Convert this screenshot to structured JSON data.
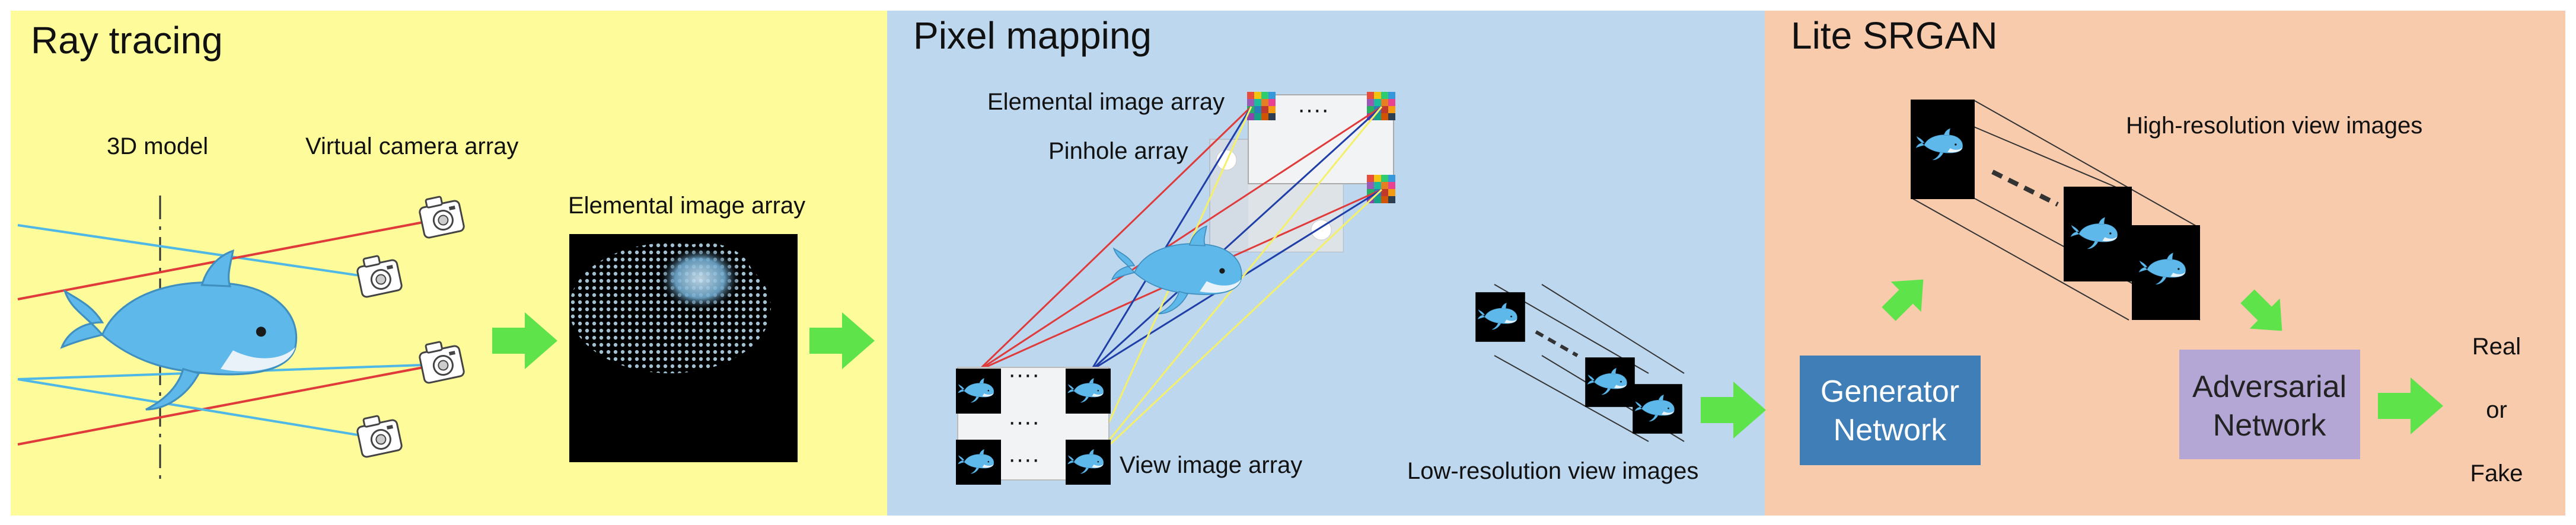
{
  "colors": {
    "panel_ray": "#fdfb9a",
    "panel_pixel": "#bdd7ee",
    "panel_srgan": "#f8cbad",
    "arrow": "#5ee34a",
    "generator_box": "#3f7eb6",
    "adversarial_box": "#b4a7d6",
    "dolphin": "#5fb8ea",
    "ray_red": "#e03a3a",
    "ray_blue": "#4fb8e6",
    "ray_yellow": "#f4f06a",
    "ray_navy": "#1f3ea8"
  },
  "panels": {
    "ray": {
      "title": "Ray tracing",
      "model_label": "3D model",
      "camera_label": "Virtual camera array",
      "eia_label": "Elemental image array"
    },
    "pixel": {
      "title": "Pixel mapping",
      "eia_label": "Elemental image array",
      "pinhole_label": "Pinhole array",
      "view_label": "View image array",
      "lowres_label": "Low-resolution view images",
      "dots": "····"
    },
    "srgan": {
      "title": "Lite SRGAN",
      "highres_label": "High-resolution view images",
      "generator_line1": "Generator",
      "generator_line2": "Network",
      "adversarial_line1": "Adversarial",
      "adversarial_line2": "Network",
      "real": "Real",
      "or": "or",
      "fake": "Fake"
    }
  },
  "icons": [
    "camera-icon",
    "dolphin-icon",
    "arrow-right-icon",
    "arrow-diagonal-icon"
  ]
}
